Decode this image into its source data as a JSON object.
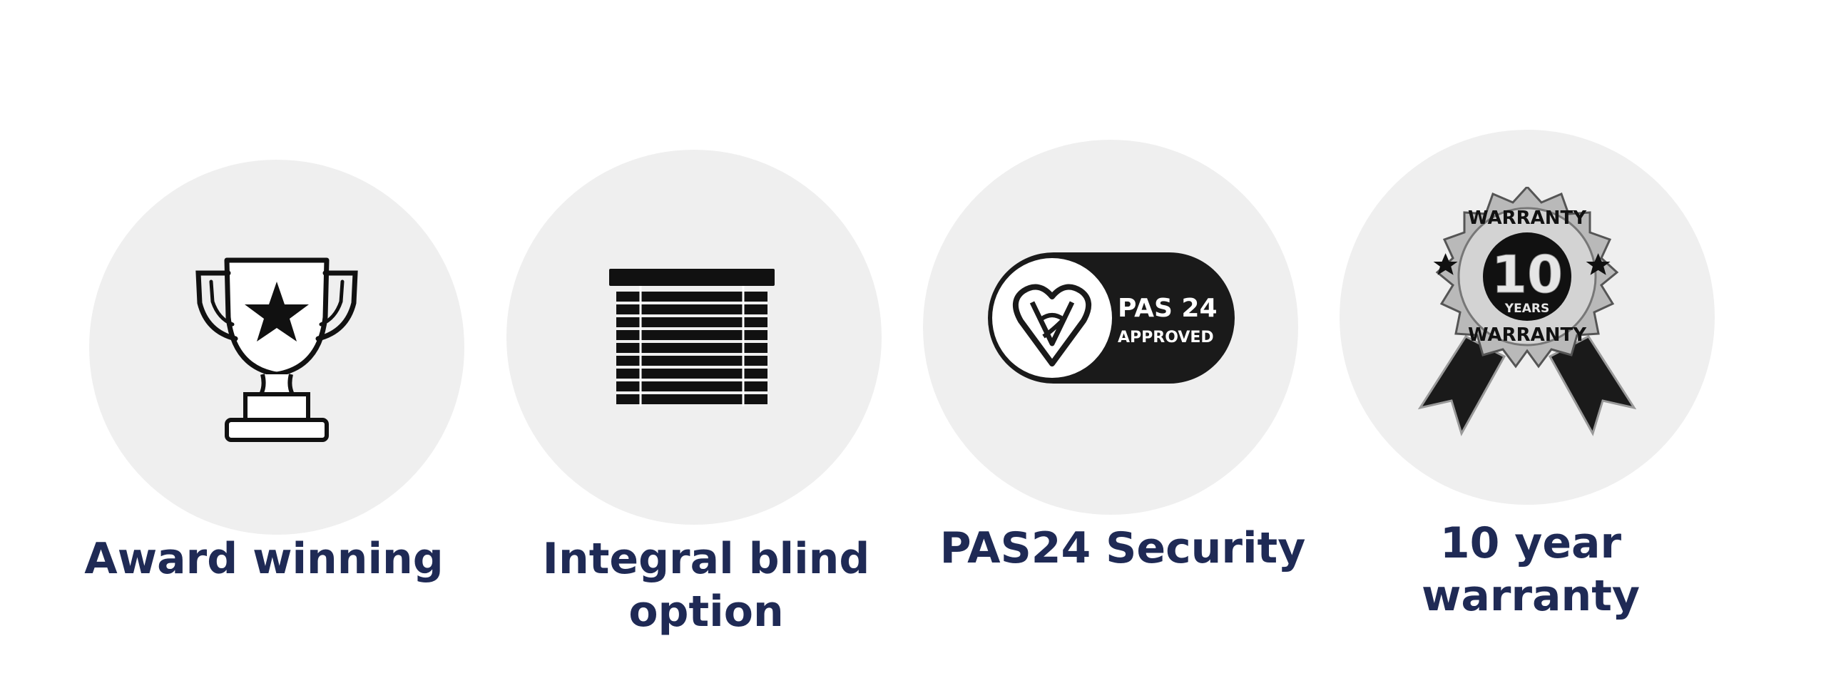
{
  "features": [
    {
      "label": "Award winning",
      "icon": "trophy-icon"
    },
    {
      "label_line1": "Integral blind",
      "label_line2": "option",
      "icon": "blinds-icon"
    },
    {
      "label": "PAS24 Security",
      "icon": "pas24-badge-icon",
      "badge_title": "PAS 24",
      "badge_sub": "APPROVED"
    },
    {
      "label_line1": "10 year",
      "label_line2": "warranty",
      "icon": "warranty-seal-icon",
      "seal_number": "10",
      "seal_top": "WARRANTY",
      "seal_years": "YEARS",
      "seal_bottom": "WARRANTY"
    }
  ],
  "colors": {
    "circle_bg": "#efefef",
    "label_text": "#1f2a55",
    "icon_dark": "#111111"
  }
}
